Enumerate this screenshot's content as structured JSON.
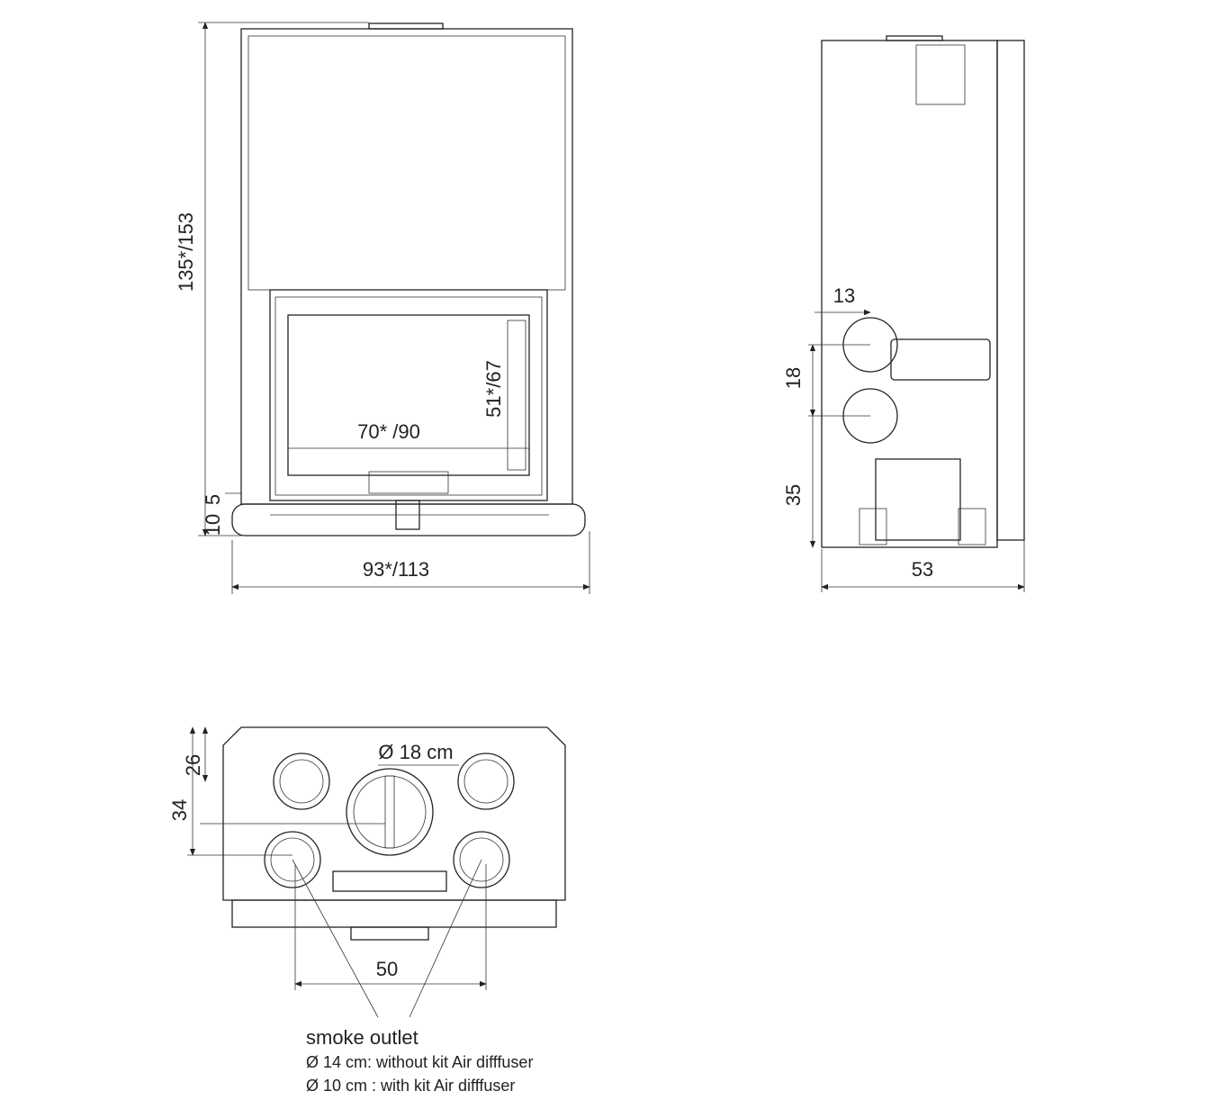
{
  "front_view": {
    "height_label": "135*/153",
    "width_label": "93*/113",
    "glass_width_label": "70* /90",
    "glass_height_label": "51*/67",
    "base_label_1": "5",
    "base_label_2": "10"
  },
  "side_view": {
    "offset_label": "13",
    "spacing_label": "18",
    "bottom_label": "35",
    "depth_label": "53"
  },
  "top_view": {
    "diameter_label": "Ø 18 cm",
    "dim_26": "26",
    "dim_34": "34",
    "dim_50": "50"
  },
  "legend": {
    "title": "smoke outlet",
    "line_1": "Ø 14 cm: without kit Air difffuser",
    "line_2": "Ø 10 cm : with kit Air difffuser"
  }
}
